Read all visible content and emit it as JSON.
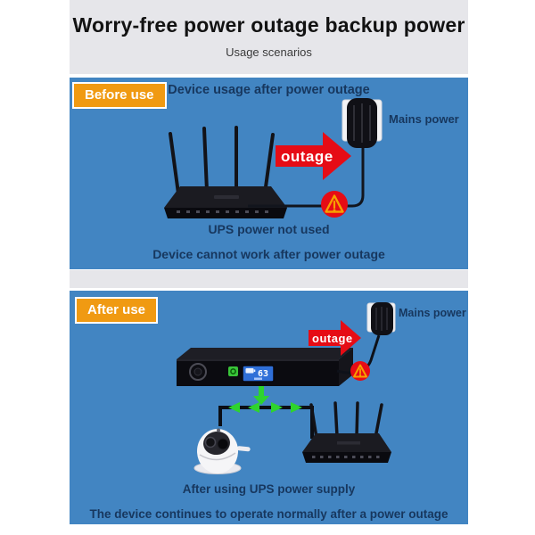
{
  "header": {
    "title": "Worry-free power outage backup power",
    "subtitle": "Usage scenarios"
  },
  "panel_before": {
    "badge": "Before use",
    "heading": "Device usage after power outage",
    "outage_label": "outage",
    "mains_power_label": "Mains power",
    "caption1": "UPS power not used",
    "caption2": "Device cannot work after power outage"
  },
  "panel_after": {
    "badge": "After use",
    "outage_label": "outage",
    "mains_power_label": "Mains power",
    "ups_display_value": "63",
    "caption1": "After using UPS power supply",
    "caption2": "The device continues to operate normally after a power outage"
  },
  "icons": {
    "warning_icon": "triangle-exclamation in red circle",
    "outage_arrow": "red right arrow",
    "power_flow_arrows": "green arrows",
    "mains_adapter": "black wall power adapter",
    "router": "4-antenna wifi router",
    "ups": "rackmount UPS with LCD",
    "camera": "white dome security camera"
  },
  "colors": {
    "panel_blue": "#4285c2",
    "header_gray": "#e6e6ea",
    "badge_orange": "#f09a12",
    "alert_red": "#e60c15",
    "warning_amber": "#f6a000",
    "flow_green": "#2ed32e",
    "text_navy": "#17375e",
    "lcd_blue": "#2f6fd8"
  }
}
